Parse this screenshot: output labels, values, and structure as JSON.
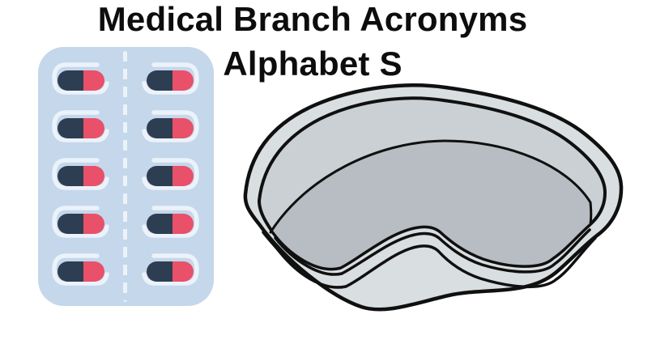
{
  "background_color": "#ffffff",
  "title": {
    "line1": "Medical Branch Acronyms",
    "line2": "Alphabet S",
    "color": "#0d0d0d"
  },
  "pill_pack": {
    "label": "pill blister pack illustration",
    "rows": 5,
    "columns": 2,
    "pack_color": "#c5d7ea",
    "ring_color": "#ebf2f9",
    "divider_color": "#ebf2f9",
    "capsule_left_color": "#2d3e53",
    "capsule_right_color": "#e9506a"
  },
  "kidney_dish": {
    "label": "kidney dish (emesis basin) illustration",
    "outline_color": "#101010",
    "outer_color": "#d9dee1",
    "inner_wall_color": "#cbd0d4",
    "floor_color": "#b7bdc2"
  }
}
